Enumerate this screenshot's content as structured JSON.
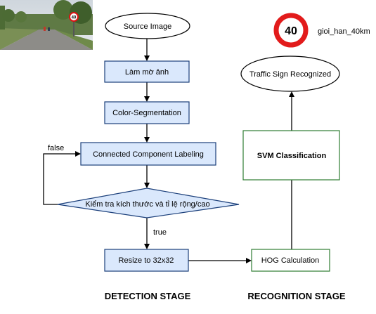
{
  "nodes": {
    "source_image": "Source Image",
    "blur": "Làm mờ ảnh",
    "color_segmentation": "Color-Segmentation",
    "ccl": "Connected Component Labeling",
    "check_size": "Kiểm tra kích thước và tỉ lệ rộng/cao",
    "resize": "Resize to 32x32",
    "hog": "HOG Calculation",
    "svm": "SVM Classification",
    "recognized": "Traffic Sign Recognized"
  },
  "edges": {
    "false_label": "false",
    "true_label": "true"
  },
  "stages": {
    "detection": "DETECTION STAGE",
    "recognition": "RECOGNITION STAGE"
  },
  "sign": {
    "number": "40",
    "label": "gioi_han_40km"
  },
  "photo_sign_number": "40",
  "colors": {
    "process_fill": "#dae8fc",
    "process_stroke": "#1b3f7a",
    "recog_stroke": "#2e7d32",
    "sign_red": "#e21b1b"
  }
}
